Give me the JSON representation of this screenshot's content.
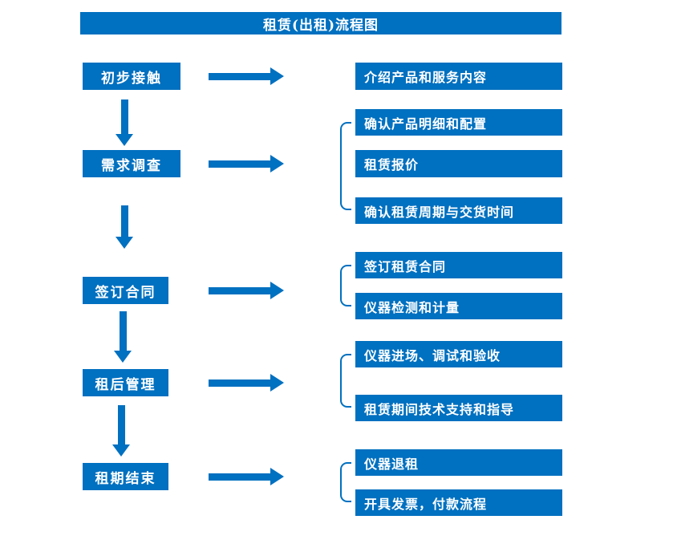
{
  "title": "租赁(出租)流程图",
  "colors": {
    "primary": "#0070C0",
    "text": "#FFFFFF",
    "background": "#FFFFFF"
  },
  "stages": [
    {
      "label": "初步接触",
      "outputs": [
        "介绍产品和服务内容"
      ]
    },
    {
      "label": "需求调查",
      "outputs": [
        "确认产品明细和配置",
        "租赁报价",
        "确认租赁周期与交货时间"
      ]
    },
    {
      "label": "签订合同",
      "outputs": [
        "签订租赁合同",
        "仪器检测和计量"
      ]
    },
    {
      "label": "租后管理",
      "outputs": [
        "仪器进场、调试和验收",
        "租赁期间技术支持和指导"
      ]
    },
    {
      "label": "租期结束",
      "outputs": [
        "仪器退租",
        "开具发票，付款流程"
      ]
    }
  ]
}
